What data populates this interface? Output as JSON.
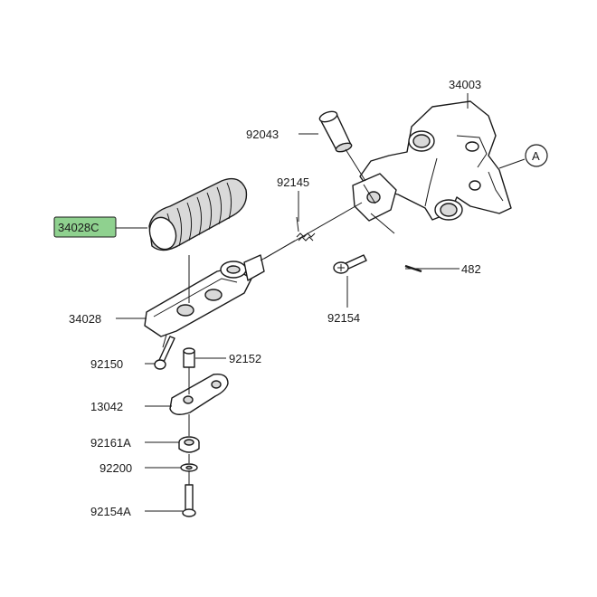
{
  "labels": {
    "p34003": "34003",
    "p92043": "92043",
    "p92145": "92145",
    "p34028C": "34028C",
    "p34028": "34028",
    "p482": "482",
    "p92154": "92154",
    "p92150": "92150",
    "p92152": "92152",
    "p13042": "13042",
    "p92161A": "92161A",
    "p92200": "92200",
    "p92154A": "92154A",
    "refA": "A"
  },
  "colors": {
    "highlight": "#8fd18f",
    "line": "#1a1a1a",
    "shade": "#d9d9d9"
  }
}
